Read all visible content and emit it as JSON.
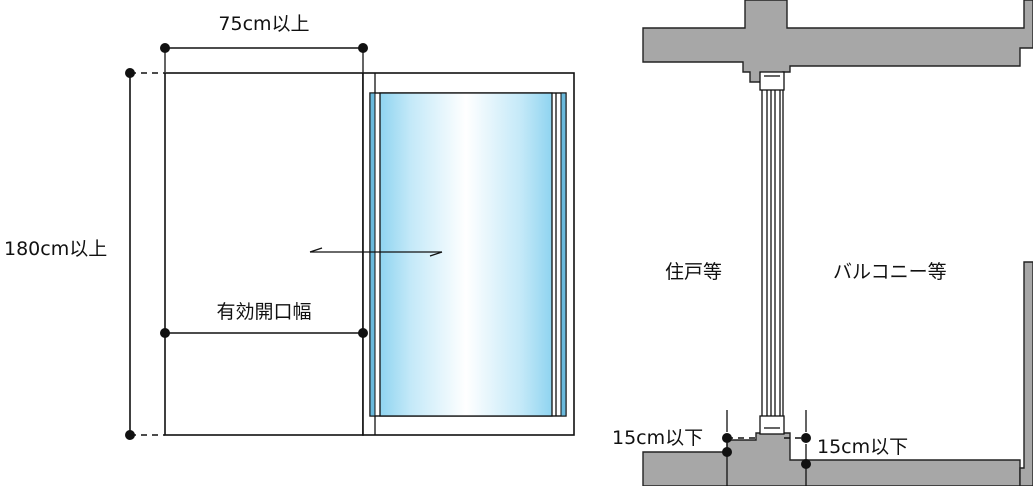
{
  "elevation": {
    "width_label": "75cm以上",
    "height_label": "180cm以上",
    "opening_label": "有効開口幅"
  },
  "plan": {
    "interior_label": "住戸等",
    "balcony_label": "バルコニー等",
    "step_left_label": "15cm以下",
    "step_right_label": "15cm以下"
  },
  "colors": {
    "glass_edge": "#8fd4f0",
    "glass_center": "#ffffff",
    "wall_fill": "#a7a7a7",
    "line": "#111111"
  }
}
